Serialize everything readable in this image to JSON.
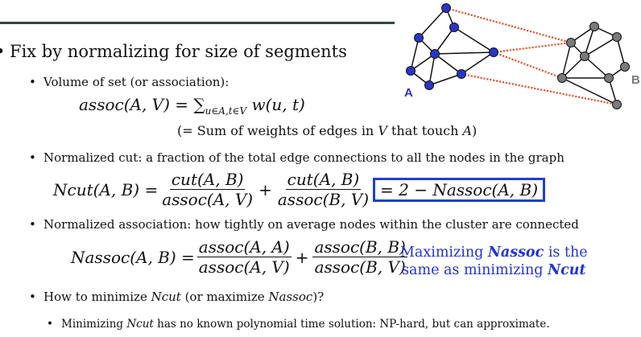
{
  "bullet_l1": "•",
  "bullet_l2": "•",
  "line_fix": "Fix by normalizing for size of segments",
  "line_volume": "Volume of set (or association):",
  "assoc_lhs": "assoc(A, V) = ",
  "assoc_sum": "∑",
  "assoc_sub": "u∈A,t∈V",
  "assoc_rhs": " w(u, t)",
  "assoc_note_pre": "(= Sum of weights of edges in ",
  "assoc_note_V": "V",
  "assoc_note_mid": " that touch ",
  "assoc_note_A": "A",
  "assoc_note_post": ")",
  "line_ncut_desc": "Normalized cut: a fraction of the total edge connections to all the nodes in the graph",
  "ncut_lhs": "Ncut(A, B) = ",
  "ncut_f1_num": "cut(A, B)",
  "ncut_f1_den": "assoc(A, V)",
  "plus": "+",
  "ncut_f2_num": "cut(A, B)",
  "ncut_f2_den": "assoc(B, V)",
  "ncut_boxed": "= 2 − Nassoc(A, B)",
  "line_nassoc_desc": "Normalized association: how tightly on average nodes within the cluster are connected",
  "nassoc_lhs": "Nassoc(A, B) = ",
  "nassoc_f1_num": "assoc(A, A)",
  "nassoc_f1_den": "assoc(A, V)",
  "nassoc_f2_num": "assoc(B, B)",
  "nassoc_f2_den": "assoc(B, V)",
  "side_note_1_pre": "Maximizing ",
  "side_note_1_em": "Nassoc",
  "side_note_1_post": " is the",
  "side_note_2_pre": "same as minimizing ",
  "side_note_2_em": "Ncut",
  "line_howto_pre": "How to minimize ",
  "line_howto_em1": "Ncut",
  "line_howto_mid": " (or maximize ",
  "line_howto_em2": "Nassoc",
  "line_howto_post": ")?",
  "line_np_pre": "Minimizing ",
  "line_np_em": "Ncut",
  "line_np_post": " has no known polynomial time solution: NP-hard, but can approximate.",
  "graph_label_A": "A",
  "graph_label_B": "B",
  "colors": {
    "rule": "#2d4a3e",
    "node_a": "#2a35c8",
    "node_b": "#7a7a7a",
    "cut_edge": "#e8451e",
    "box": "#1e3fd6",
    "note": "#2233d6"
  }
}
